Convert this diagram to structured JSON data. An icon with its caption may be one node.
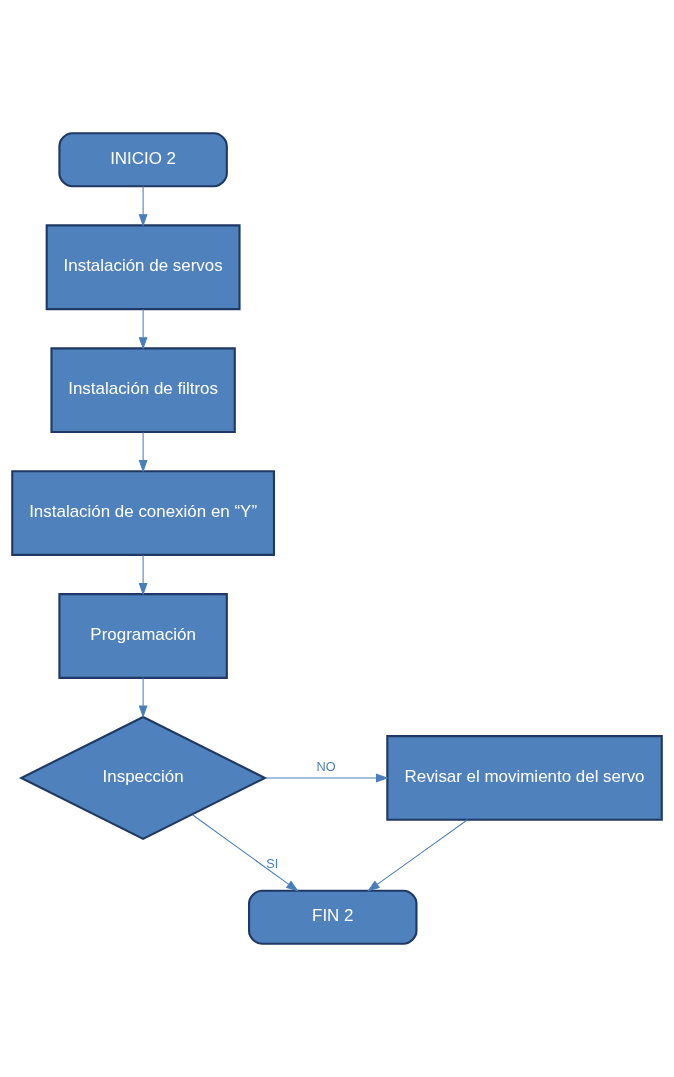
{
  "diagram": {
    "nodes": [
      {
        "text": [
          "INICIO 2"
        ]
      },
      {
        "text": [
          "Instalación de servos"
        ]
      },
      {
        "text": [
          "Instalación de filtros"
        ]
      },
      {
        "text": [
          "Instalación de conexión en “Y”"
        ]
      },
      {
        "text": [
          "Programación"
        ]
      },
      {
        "text": [
          "Inspección"
        ]
      },
      {
        "text": [
          "Revisar el movimiento del servo"
        ]
      },
      {
        "text": [
          "FIN 2"
        ]
      }
    ],
    "edges": [
      {
        "from": 0,
        "to": 1,
        "arrow": "to"
      },
      {
        "from": 1,
        "to": 2,
        "arrow": "to"
      },
      {
        "from": 2,
        "to": 3,
        "arrow": "to"
      },
      {
        "from": 3,
        "to": 4,
        "arrow": "to"
      },
      {
        "from": 4,
        "to": 5,
        "arrow": "to"
      },
      {
        "from": 5,
        "to": 6,
        "arrow": "to",
        "label": "NO"
      },
      {
        "from": 5,
        "to": 7,
        "arrow": "to",
        "label": "SI"
      },
      {
        "from": 6,
        "to": 7,
        "arrow": "to"
      }
    ]
  }
}
